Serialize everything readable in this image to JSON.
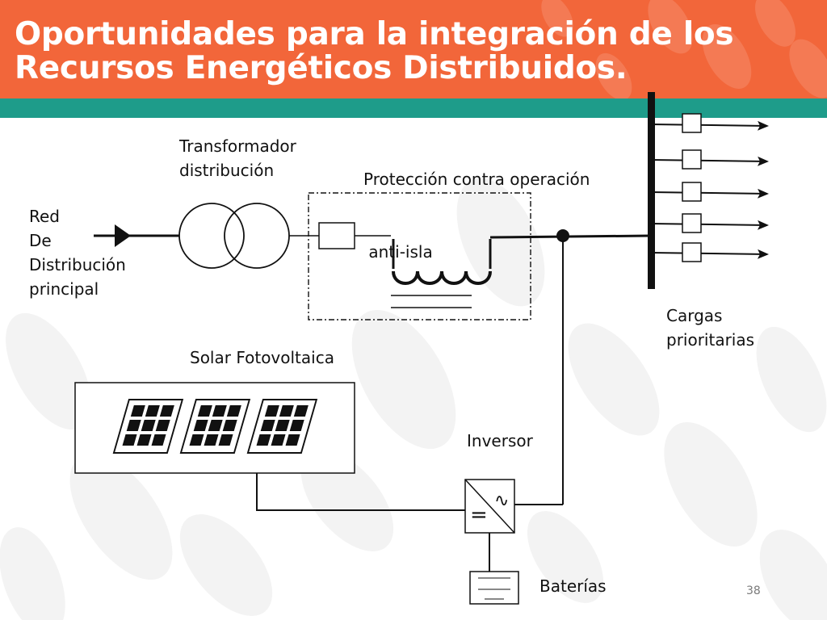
{
  "slide": {
    "title_line1": "Oportunidades para la integración de los",
    "title_line2": "Recursos Energéticos Distribuidos.",
    "page_number": "38",
    "colors": {
      "header": "#F2663A",
      "band": "#1E9C8A"
    }
  },
  "diagram": {
    "labels": {
      "grid": [
        "Red",
        "De",
        "Distribución",
        "principal"
      ],
      "transformer": [
        "Transformador",
        "distribución"
      ],
      "protection": [
        "Protección contra operación",
        " anti-isla"
      ],
      "loads": [
        "Cargas",
        "prioritarias"
      ],
      "solar": "Solar Fotovoltaica",
      "inverter": "Inversor",
      "batteries": "Baterías"
    },
    "inverter_symbols": {
      "dc": "=",
      "ac": "∿"
    },
    "icons": [
      "grid-arrow-icon",
      "transformer-icon",
      "fuse-icon",
      "reactor-icon",
      "busbar-icon",
      "load-arrow-icon",
      "solar-panel-icon",
      "inverter-icon",
      "battery-icon"
    ]
  }
}
